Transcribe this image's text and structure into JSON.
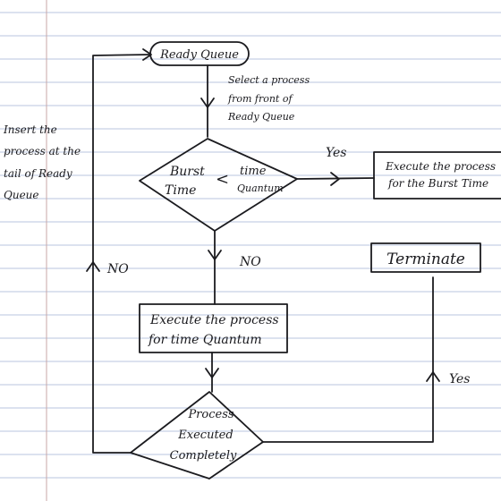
{
  "flowchart": {
    "ready_queue": "Ready Queue",
    "select_note": [
      "Select a process",
      "from front of",
      "Ready Queue"
    ],
    "insert_note": [
      "Insert the",
      "process at the",
      "tail of Ready",
      "Queue"
    ],
    "decision_burst": {
      "left": [
        "Burst",
        "Time"
      ],
      "operator": "<",
      "right": [
        "time",
        "Quantum"
      ]
    },
    "execute_burst": [
      "Execute the process",
      "for the Burst Time"
    ],
    "terminate": "Terminate",
    "execute_quantum": [
      "Execute the process",
      "for time Quantum"
    ],
    "decision_complete": [
      "Process",
      "Executed",
      "Completely"
    ],
    "labels": {
      "yes_burst": "Yes",
      "no_burst": "NO",
      "no_loop": "NO",
      "yes_complete": "Yes"
    }
  },
  "colors": {
    "ink": "#1b1b1f",
    "paper": "#ffffff",
    "rule_line": "#b9c6df"
  }
}
